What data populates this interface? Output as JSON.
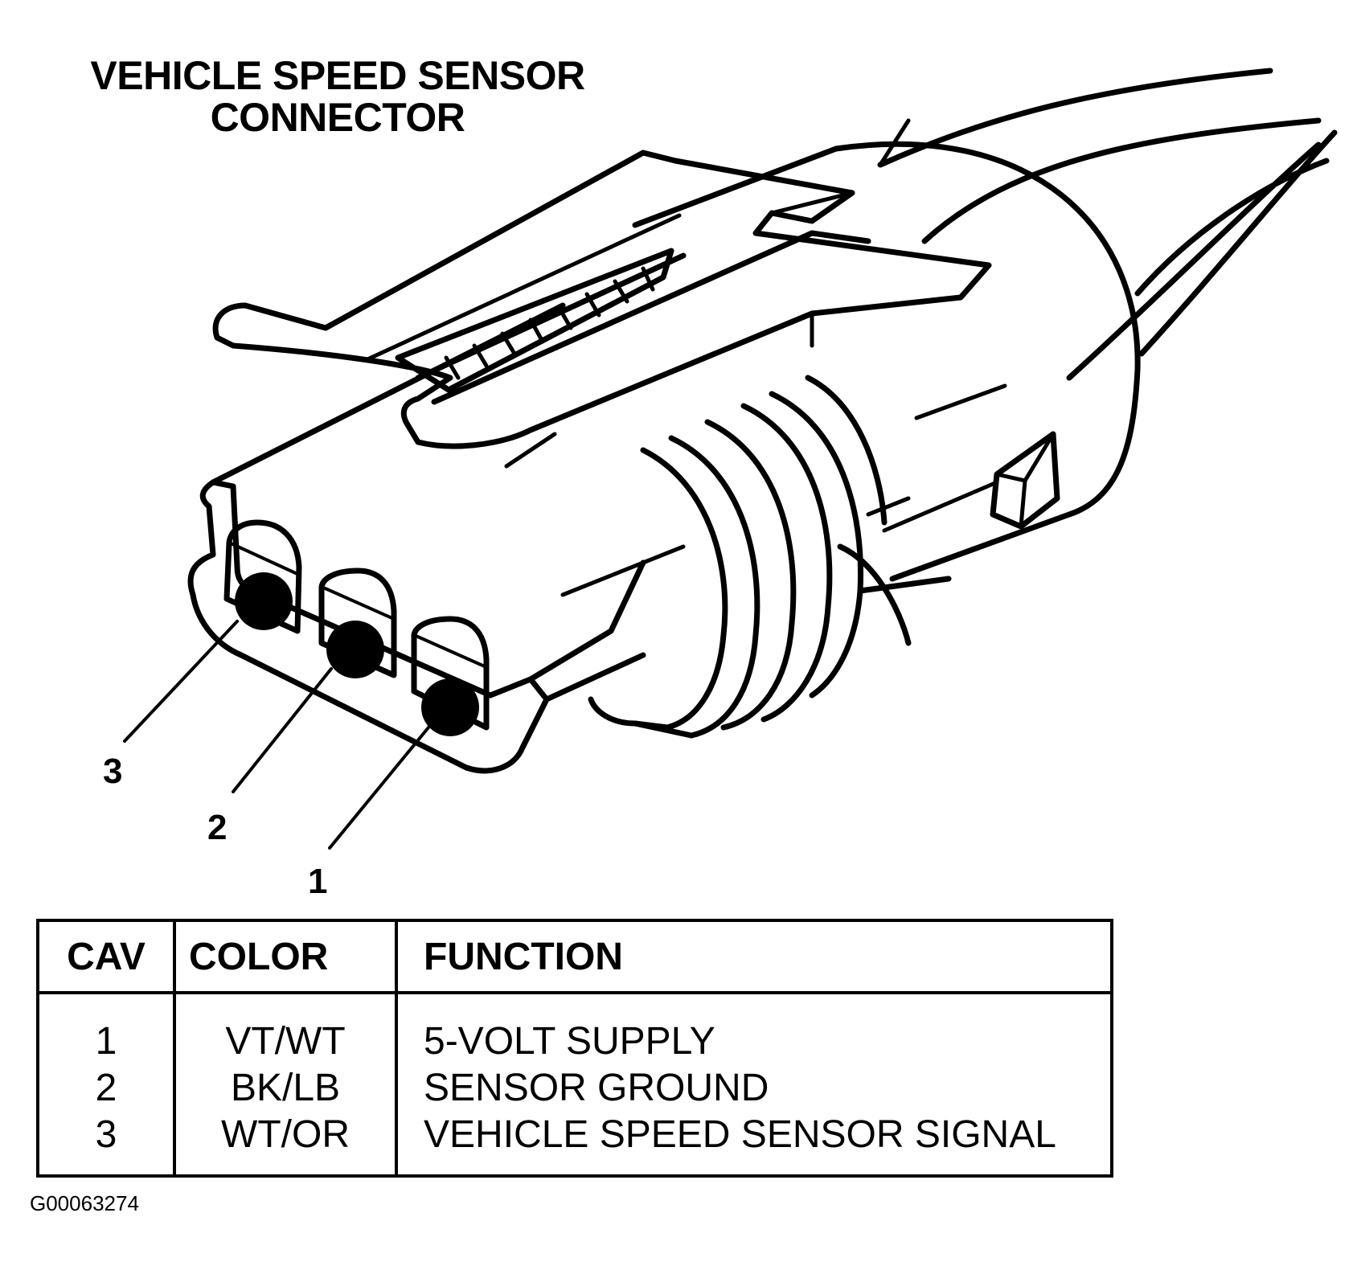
{
  "title": {
    "line1": "VEHICLE SPEED SENSOR",
    "line2": "CONNECTOR"
  },
  "callouts": [
    "3",
    "2",
    "1"
  ],
  "table": {
    "headers": {
      "cav": "CAV",
      "color": "COLOR",
      "function": "FUNCTION"
    },
    "rows": [
      {
        "cav": "1",
        "color": "VT/WT",
        "function": "5-VOLT SUPPLY"
      },
      {
        "cav": "2",
        "color": "BK/LB",
        "function": "SENSOR GROUND"
      },
      {
        "cav": "3",
        "color": "WT/OR",
        "function": "VEHICLE SPEED SENSOR SIGNAL"
      }
    ]
  },
  "figure_id": "G00063274"
}
